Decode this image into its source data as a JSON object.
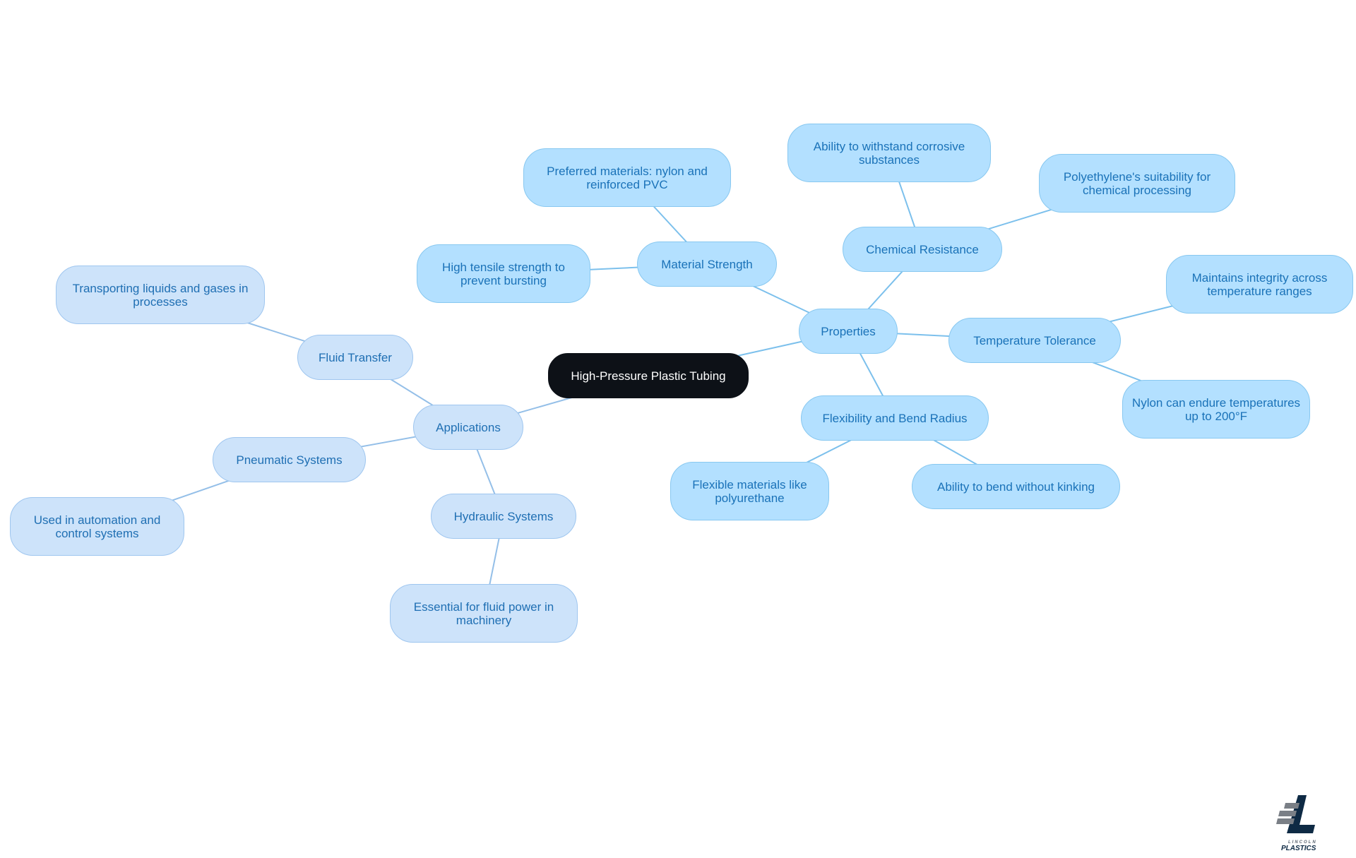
{
  "diagram": {
    "root": {
      "id": "root",
      "label": "High-Pressure Plastic Tubing"
    },
    "nodes": [
      {
        "id": "properties",
        "label": "Properties",
        "parent": "root",
        "group": "prop"
      },
      {
        "id": "material-strength",
        "label": "Material Strength",
        "parent": "properties",
        "group": "prop"
      },
      {
        "id": "preferred-materials",
        "label": "Preferred materials: nylon and reinforced PVC",
        "parent": "material-strength",
        "group": "prop"
      },
      {
        "id": "high-tensile",
        "label": "High tensile strength to prevent bursting",
        "parent": "material-strength",
        "group": "prop"
      },
      {
        "id": "chemical-resistance",
        "label": "Chemical Resistance",
        "parent": "properties",
        "group": "prop"
      },
      {
        "id": "withstand-corrosive",
        "label": "Ability to withstand corrosive substances",
        "parent": "chemical-resistance",
        "group": "prop"
      },
      {
        "id": "polyethylene",
        "label": "Polyethylene's suitability for chemical processing",
        "parent": "chemical-resistance",
        "group": "prop"
      },
      {
        "id": "temperature-tolerance",
        "label": "Temperature Tolerance",
        "parent": "properties",
        "group": "prop"
      },
      {
        "id": "maintains-integrity",
        "label": "Maintains integrity across temperature ranges",
        "parent": "temperature-tolerance",
        "group": "prop"
      },
      {
        "id": "nylon-200",
        "label": "Nylon can endure temperatures up to 200°F",
        "parent": "temperature-tolerance",
        "group": "prop"
      },
      {
        "id": "flexibility",
        "label": "Flexibility and Bend Radius",
        "parent": "properties",
        "group": "prop"
      },
      {
        "id": "flexible-materials",
        "label": "Flexible materials like polyurethane",
        "parent": "flexibility",
        "group": "prop"
      },
      {
        "id": "bend-without-kinking",
        "label": "Ability to bend without kinking",
        "parent": "flexibility",
        "group": "prop"
      },
      {
        "id": "applications",
        "label": "Applications",
        "parent": "root",
        "group": "app"
      },
      {
        "id": "fluid-transfer",
        "label": "Fluid Transfer",
        "parent": "applications",
        "group": "app"
      },
      {
        "id": "transporting-liquids",
        "label": "Transporting liquids and gases in processes",
        "parent": "fluid-transfer",
        "group": "app"
      },
      {
        "id": "pneumatic",
        "label": "Pneumatic Systems",
        "parent": "applications",
        "group": "app"
      },
      {
        "id": "automation",
        "label": "Used in automation and control systems",
        "parent": "pneumatic",
        "group": "app"
      },
      {
        "id": "hydraulic",
        "label": "Hydraulic Systems",
        "parent": "applications",
        "group": "app"
      },
      {
        "id": "fluid-power",
        "label": "Essential for fluid power in machinery",
        "parent": "hydraulic",
        "group": "app"
      }
    ]
  },
  "colors": {
    "root_fill": "#0d1117",
    "property_fill": "#b3e0ff",
    "application_fill": "#cde3fa",
    "edge_property": "#7cc0ec",
    "edge_application": "#94bfe8"
  },
  "logo": {
    "line1": "LINCOLN",
    "line2": "PLASTICS"
  }
}
